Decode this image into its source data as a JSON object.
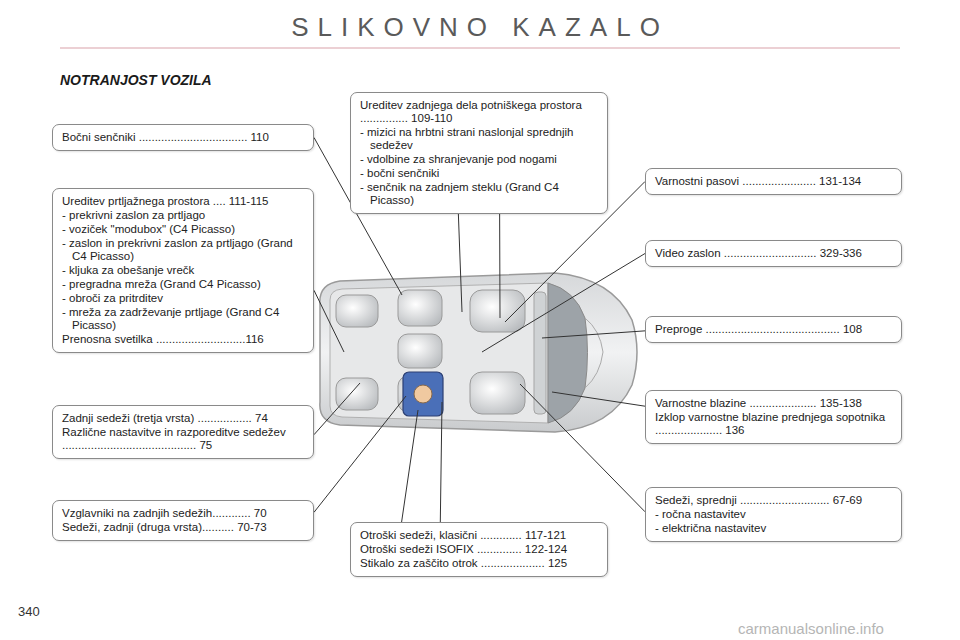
{
  "diagram": {
    "title": "SLIKOVNO KAZALO",
    "nodes": [
      {
        "text": [
          "Ureditev zadnjega dela potniškega prostora ............... 109-110",
          "- mizici na hrbtni strani naslonjal sprednjih sedežev",
          "- vdolbine za shranjevanje pod nogami",
          "- bočni senčniki",
          "- senčnik na zadnjem steklu (Grand C4 Picasso)"
        ]
      },
      {
        "text": [
          "Bočni senčniki .................................. 110"
        ]
      },
      {
        "text": [
          "Varnostni pasovi ....................... 131-134"
        ]
      },
      {
        "text": [
          "Ureditev prtljažnega prostora .... 111-115",
          "- prekrivni zaslon za prtljago",
          "- voziček \"modubox\" (C4 Picasso)",
          "- zaslon in prekrivni zaslon za prtljago (Grand C4 Picasso)",
          "- kljuka za obešanje vrečk",
          "- pregradna mreža (Grand C4 Picasso)",
          "- obroči za pritrditev",
          "- mreža za zadrževanje prtljage (Grand C4 Picasso)",
          "Prenosna svetilka ............................116"
        ]
      },
      {
        "text": [
          "Video zaslon ............................. 329-336"
        ]
      },
      {
        "text": [
          "Preproge .......................................... 108"
        ]
      },
      {
        "text": [
          "Varnostne blazine ..................... 135-138",
          "Izklop varnostne blazine prednjega sopotnika ..................... 136"
        ]
      },
      {
        "text": [
          "Zadnji sedeži (tretja vrsta) ................. 74",
          "Različne nastavitve in razporeditve sedežev .......................................... 75"
        ]
      },
      {
        "text": [
          "Sedeži, sprednji ............................ 67-69",
          "- ročna nastavitev",
          "- električna nastavitev"
        ]
      },
      {
        "text": [
          "Vzglavniki na zadnjih sedežih............ 70",
          "Sedeži, zadnji (druga vrsta).......... 70-73"
        ]
      },
      {
        "text": [
          "Otroški sedeži, klasični ............. 117-121",
          "Otroški sedeži ISOFIX .............. 122-124",
          "Stikalo za zaščito otrok .................... 125"
        ]
      }
    ],
    "labels": [
      "NOTRANJOST VOZILA",
      "340",
      "carmanualsonline.info"
    ]
  }
}
